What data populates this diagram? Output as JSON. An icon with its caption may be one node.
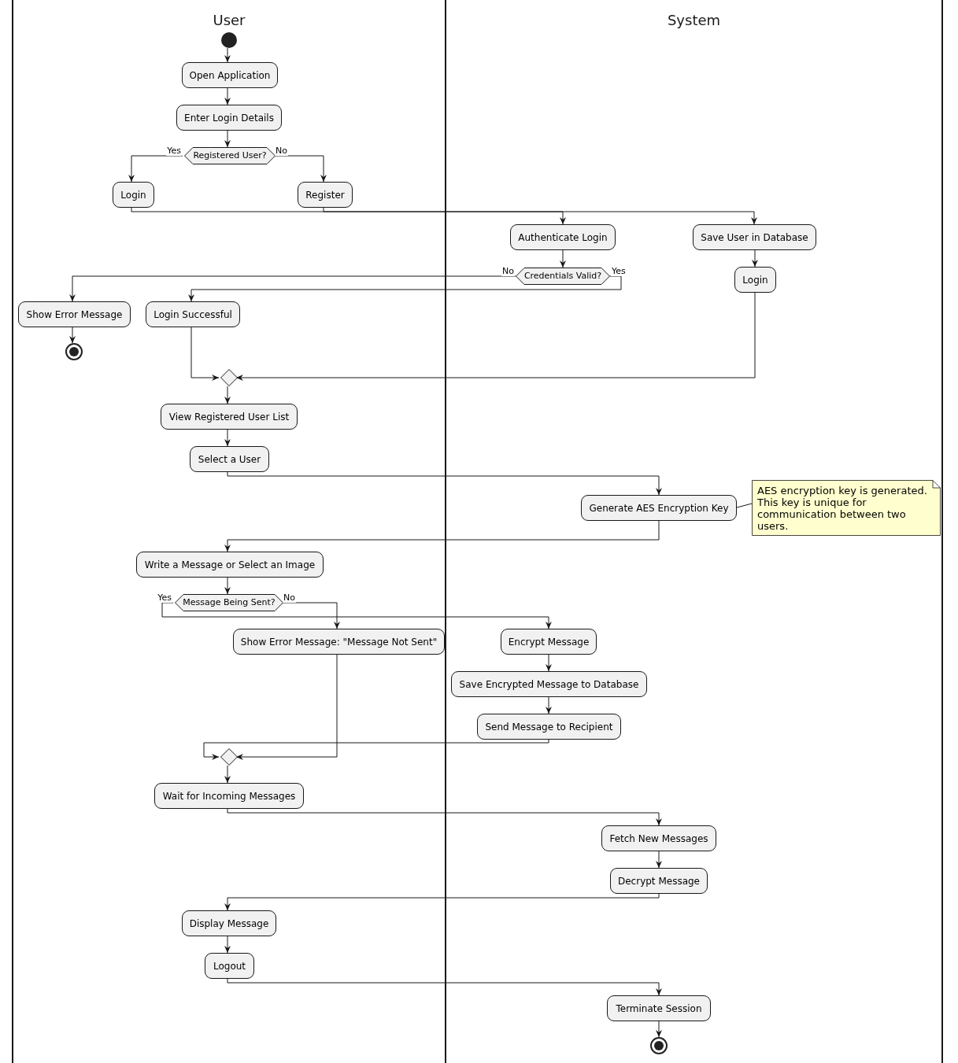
{
  "diagram": {
    "nodes": [
      {
        "text": [
          "User"
        ]
      },
      {
        "text": [
          "System"
        ]
      },
      {
        "text": [],
        "shape": "circle",
        "in": 0
      },
      {
        "text": [
          "Open Application"
        ],
        "in": 0
      },
      {
        "text": [
          "Enter Login Details"
        ],
        "in": 0
      },
      {
        "text": [
          "Registered User?"
        ],
        "in": 0
      },
      {
        "text": [
          "Login"
        ],
        "in": 0
      },
      {
        "text": [
          "Register"
        ],
        "in": 0
      },
      {
        "text": [
          "Authenticate Login"
        ],
        "in": 1
      },
      {
        "text": [
          "Save User in Database"
        ],
        "in": 1
      },
      {
        "text": [
          "Credentials Valid?"
        ],
        "in": 1
      },
      {
        "text": [
          "Login"
        ],
        "in": 1
      },
      {
        "text": [
          "Show Error Message"
        ],
        "in": 0
      },
      {
        "text": [
          "Login Successful"
        ],
        "in": 0
      },
      {
        "text": [],
        "shape": "circle",
        "in": 0
      },
      {
        "text": [],
        "shape": "diamond",
        "in": 0
      },
      {
        "text": [
          "View Registered User List"
        ],
        "in": 0
      },
      {
        "text": [
          "Select a User"
        ],
        "in": 0
      },
      {
        "text": [
          "Generate AES Encryption Key"
        ],
        "in": 1
      },
      {
        "text": [
          "AES encryption key is generated. This key is unique for communication between two users."
        ],
        "in": 1
      },
      {
        "text": [
          "Write a Message or Select an Image"
        ],
        "in": 0
      },
      {
        "text": [
          "Message Being Sent?"
        ],
        "in": 0
      },
      {
        "text": [
          "Show Error Message: \"Message Not Sent\""
        ],
        "in": 0
      },
      {
        "text": [
          "Encrypt Message"
        ],
        "in": 1
      },
      {
        "text": [
          "Save Encrypted Message to Database"
        ],
        "in": 1
      },
      {
        "text": [
          "Send Message to Recipient"
        ],
        "in": 1
      },
      {
        "text": [],
        "shape": "diamond",
        "in": 0
      },
      {
        "text": [
          "Wait for Incoming Messages"
        ],
        "in": 0
      },
      {
        "text": [
          "Fetch New Messages"
        ],
        "in": 1
      },
      {
        "text": [
          "Decrypt Message"
        ],
        "in": 1
      },
      {
        "text": [
          "Display Message"
        ],
        "in": 0
      },
      {
        "text": [
          "Logout"
        ],
        "in": 0
      },
      {
        "text": [
          "Terminate Session"
        ],
        "in": 1
      },
      {
        "text": [],
        "shape": "circle",
        "in": 1
      }
    ],
    "edges": [
      {
        "from": 2,
        "to": 3,
        "arrow": "to"
      },
      {
        "from": 3,
        "to": 4,
        "arrow": "to"
      },
      {
        "from": 4,
        "to": 5,
        "arrow": "to"
      },
      {
        "from": 5,
        "to": 6,
        "arrow": "to",
        "label": "Yes"
      },
      {
        "from": 5,
        "to": 7,
        "arrow": "to",
        "label": "No"
      },
      {
        "from": 6,
        "to": 8,
        "arrow": "to"
      },
      {
        "from": 7,
        "to": 9,
        "arrow": "to"
      },
      {
        "from": 8,
        "to": 10,
        "arrow": "to"
      },
      {
        "from": 10,
        "to": 12,
        "arrow": "to",
        "label": "No"
      },
      {
        "from": 10,
        "to": 13,
        "arrow": "to",
        "label": "Yes"
      },
      {
        "from": 9,
        "to": 11,
        "arrow": "to"
      },
      {
        "from": 12,
        "to": 14,
        "arrow": "to"
      },
      {
        "from": 13,
        "to": 15,
        "arrow": "to"
      },
      {
        "from": 11,
        "to": 15,
        "arrow": "to"
      },
      {
        "from": 15,
        "to": 16,
        "arrow": "to"
      },
      {
        "from": 16,
        "to": 17,
        "arrow": "to"
      },
      {
        "from": 17,
        "to": 18,
        "arrow": "to"
      },
      {
        "from": 18,
        "to": 19,
        "arrow": "none"
      },
      {
        "from": 18,
        "to": 20,
        "arrow": "to"
      },
      {
        "from": 20,
        "to": 21,
        "arrow": "to"
      },
      {
        "from": 21,
        "to": 23,
        "arrow": "to",
        "label": "Yes"
      },
      {
        "from": 21,
        "to": 22,
        "arrow": "to",
        "label": "No"
      },
      {
        "from": 23,
        "to": 24,
        "arrow": "to"
      },
      {
        "from": 24,
        "to": 25,
        "arrow": "to"
      },
      {
        "from": 25,
        "to": 26,
        "arrow": "to"
      },
      {
        "from": 22,
        "to": 26,
        "arrow": "to"
      },
      {
        "from": 26,
        "to": 27,
        "arrow": "to"
      },
      {
        "from": 27,
        "to": 28,
        "arrow": "to"
      },
      {
        "from": 28,
        "to": 29,
        "arrow": "to"
      },
      {
        "from": 29,
        "to": 30,
        "arrow": "to"
      },
      {
        "from": 30,
        "to": 31,
        "arrow": "to"
      },
      {
        "from": 31,
        "to": 32,
        "arrow": "to"
      },
      {
        "from": 32,
        "to": 33,
        "arrow": "to"
      }
    ]
  }
}
